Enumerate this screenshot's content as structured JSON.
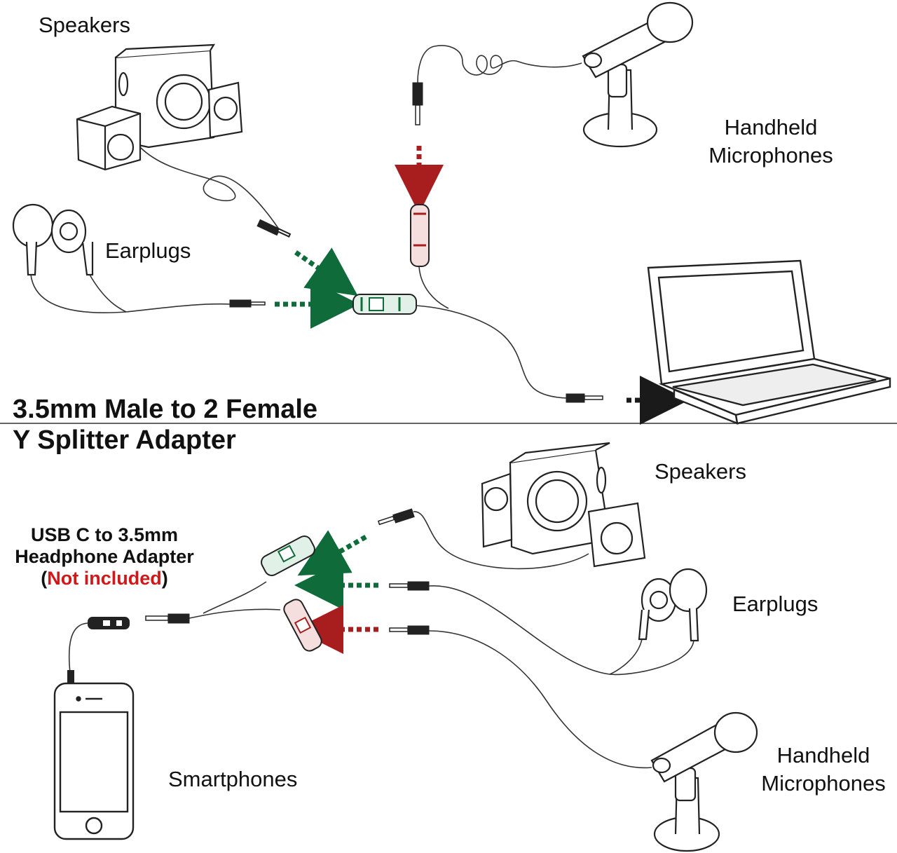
{
  "top": {
    "speakers": "Speakers",
    "earplugs": "Earplugs",
    "mic_line1": "Handheld",
    "mic_line2": "Microphones"
  },
  "title": {
    "line1": "3.5mm Male to 2 Female",
    "line2": "Y Splitter Adapter"
  },
  "bottom": {
    "speakers": "Speakers",
    "earplugs": "Earplugs",
    "mic_line1": "Handheld",
    "mic_line2": "Microphones",
    "smartphones": "Smartphones",
    "usb_line1": "USB C to 3.5mm",
    "usb_line2": "Headphone Adapter",
    "usb_open": "(",
    "usb_note": "Not included",
    "usb_close": ")"
  },
  "colors": {
    "green": "#0f6b3a",
    "red": "#a81e1e",
    "black": "#1a1a1a"
  }
}
